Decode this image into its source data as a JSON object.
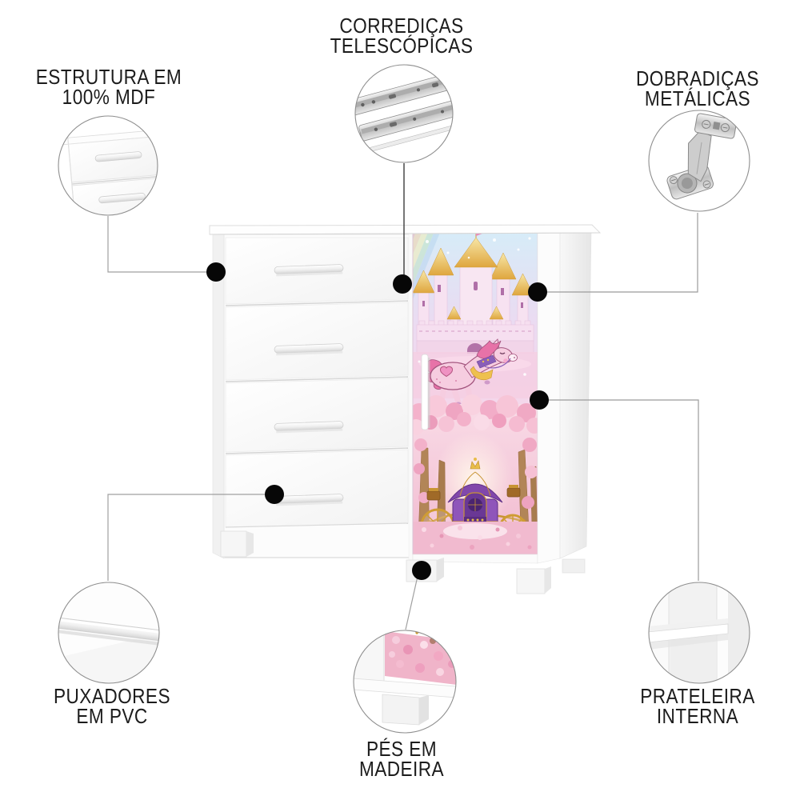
{
  "colors": {
    "background": "#ffffff",
    "text": "#1c1c1c",
    "leader_line": "#9b9b9b",
    "callout_dot": "#000000",
    "circle_stroke": "#8e8e8e",
    "furniture_white": "#fcfcfc",
    "print_pink": "#f3c4da",
    "print_purple": "#8148ab",
    "print_gold": "#d9a93c"
  },
  "callouts": {
    "slides": {
      "position": "top-center",
      "line1": "CORREDIÇAS",
      "line2": "TELESCÓPICAS",
      "icon": "telescopic-slides-icon"
    },
    "structure": {
      "position": "top-left",
      "line1": "ESTRUTURA EM",
      "line2": "100% MDF",
      "icon": "mdf-structure-icon"
    },
    "hinges": {
      "position": "top-right",
      "line1": "DOBRADIÇAS",
      "line2": "METÁLICAS",
      "icon": "metal-hinge-icon"
    },
    "handles": {
      "position": "bottom-left",
      "line1": "PUXADORES",
      "line2": "EM PVC",
      "icon": "pvc-handle-icon"
    },
    "feet": {
      "position": "bottom-center",
      "line1": "PÉS EM",
      "line2": "MADEIRA",
      "icon": "wooden-foot-icon"
    },
    "shelf": {
      "position": "bottom-right",
      "line1": "PRATELEIRA",
      "line2": "INTERNA",
      "icon": "internal-shelf-icon"
    }
  }
}
